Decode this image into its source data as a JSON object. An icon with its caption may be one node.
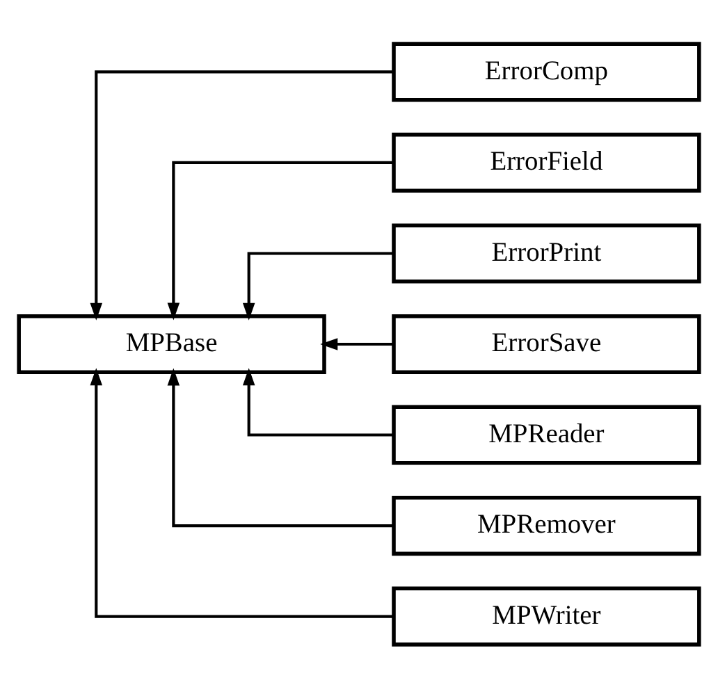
{
  "diagram": {
    "nodes": [
      {
        "text": [
          "MPBase"
        ]
      },
      {
        "text": [
          "ErrorComp"
        ]
      },
      {
        "text": [
          "ErrorField"
        ]
      },
      {
        "text": [
          "ErrorPrint"
        ]
      },
      {
        "text": [
          "ErrorSave"
        ]
      },
      {
        "text": [
          "MPReader"
        ]
      },
      {
        "text": [
          "MPRemover"
        ]
      },
      {
        "text": [
          "MPWriter"
        ]
      }
    ],
    "edges": [
      {
        "from": 1,
        "to": 0,
        "arrow": "to"
      },
      {
        "from": 2,
        "to": 0,
        "arrow": "to"
      },
      {
        "from": 3,
        "to": 0,
        "arrow": "to"
      },
      {
        "from": 4,
        "to": 0,
        "arrow": "to"
      },
      {
        "from": 5,
        "to": 0,
        "arrow": "to"
      },
      {
        "from": 6,
        "to": 0,
        "arrow": "to"
      },
      {
        "from": 7,
        "to": 0,
        "arrow": "to"
      }
    ]
  }
}
